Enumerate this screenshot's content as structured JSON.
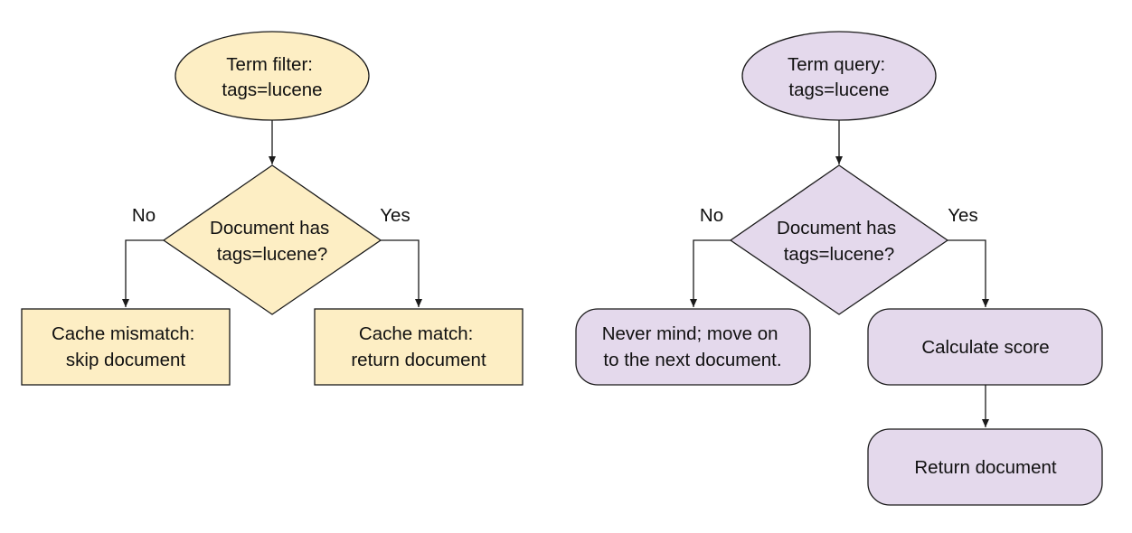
{
  "colors": {
    "filter_fill": "#fdeec4",
    "query_fill": "#e4d9ec",
    "stroke": "#1a1a1a"
  },
  "filter_flow": {
    "start": [
      "Term filter:",
      "tags=lucene"
    ],
    "decision": [
      "Document has",
      "tags=lucene?"
    ],
    "no_label": "No",
    "yes_label": "Yes",
    "no_outcome": [
      "Cache mismatch:",
      "skip document"
    ],
    "yes_outcome": [
      "Cache match:",
      "return document"
    ]
  },
  "query_flow": {
    "start": [
      "Term query:",
      "tags=lucene"
    ],
    "decision": [
      "Document has",
      "tags=lucene?"
    ],
    "no_label": "No",
    "yes_label": "Yes",
    "no_outcome": [
      "Never mind; move on",
      "to the next document."
    ],
    "yes_outcome": [
      "Calculate score"
    ],
    "final_step": [
      "Return document"
    ]
  }
}
